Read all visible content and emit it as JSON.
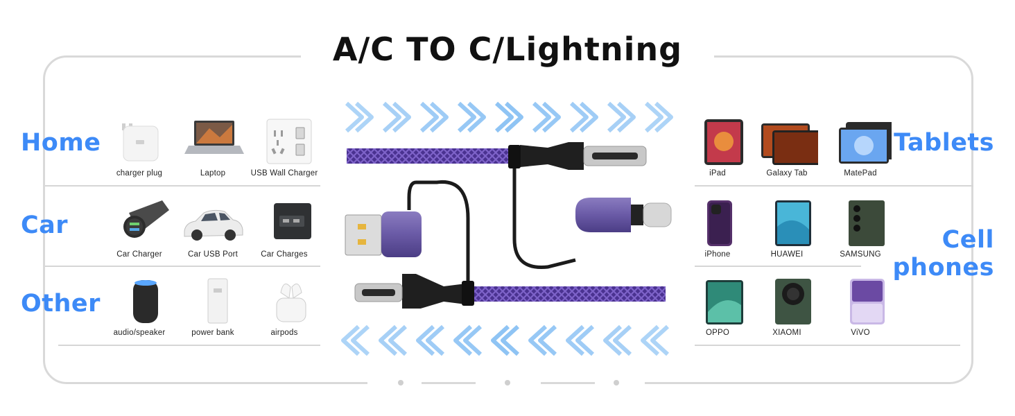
{
  "title": "A/C TO C/Lightning",
  "left_categories": [
    {
      "label": "Home",
      "items": [
        {
          "caption": "charger plug",
          "icon": "wall-charger-icon"
        },
        {
          "caption": "Laptop",
          "icon": "laptop-icon"
        },
        {
          "caption": "USB  Wall Charger",
          "icon": "wall-outlet-icon"
        }
      ]
    },
    {
      "label": "Car",
      "items": [
        {
          "caption": "Car Charger",
          "icon": "car-charger-icon"
        },
        {
          "caption": "Car USB Port",
          "icon": "car-icon"
        },
        {
          "caption": "Car Charges",
          "icon": "car-usb-port-icon"
        }
      ]
    },
    {
      "label": "Other",
      "items": [
        {
          "caption": "audio/speaker",
          "icon": "speaker-icon"
        },
        {
          "caption": "power bank",
          "icon": "power-bank-icon"
        },
        {
          "caption": "airpods",
          "icon": "airpods-icon"
        }
      ]
    }
  ],
  "right_categories": [
    {
      "label": "Tablets",
      "items": [
        {
          "caption": "iPad",
          "icon": "tablet-icon"
        },
        {
          "caption": "Galaxy Tab",
          "icon": "tablet-icon"
        },
        {
          "caption": "MatePad",
          "icon": "tablet-icon"
        }
      ]
    },
    {
      "label_line1": "Cell",
      "label_line2": "phones",
      "rows": [
        [
          {
            "caption": "iPhone",
            "icon": "phone-icon"
          },
          {
            "caption": "HUAWEI",
            "icon": "phone-icon"
          },
          {
            "caption": "SAMSUNG",
            "icon": "phone-icon"
          }
        ],
        [
          {
            "caption": "OPPO",
            "icon": "foldable-phone-icon"
          },
          {
            "caption": "XIAOMI",
            "icon": "phone-icon"
          },
          {
            "caption": "ViVO",
            "icon": "flip-phone-icon"
          }
        ]
      ]
    }
  ],
  "colors": {
    "accent": "#3d8af7",
    "cable": "#5b3fa0",
    "arrow": "#8fc4f4",
    "frame": "#d9d9d9"
  }
}
